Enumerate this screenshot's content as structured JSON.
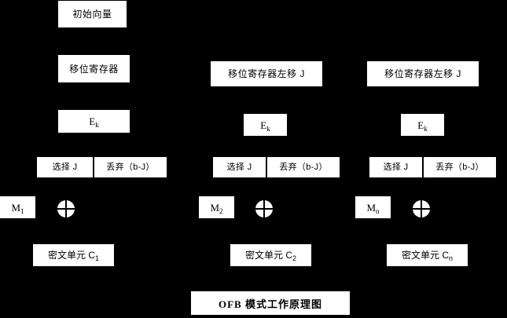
{
  "diagram": {
    "title": "OFB 模式工作原理图",
    "background_color": "#000000",
    "box_color": "#ffffff",
    "text_color": "#000000",
    "initial_vector": "初始向量",
    "columns": [
      {
        "shift_register": "移位寄存器",
        "encrypt": "E",
        "encrypt_sub": "k",
        "select": "选择 J",
        "discard": "丢弃（b-J）",
        "message": "M",
        "message_sub": "1",
        "xor": "xor-symbol",
        "ciphertext": "密文单元 C",
        "ciphertext_sub": "1"
      },
      {
        "shift_register": "移位寄存器左移 J",
        "encrypt": "E",
        "encrypt_sub": "k",
        "select": "选择 J",
        "discard": "丢弃（b-J）",
        "message": "M",
        "message_sub": "2",
        "xor": "xor-symbol",
        "ciphertext": "密文单元 C",
        "ciphertext_sub": "2"
      },
      {
        "shift_register": "移位寄存器左移 J",
        "encrypt": "E",
        "encrypt_sub": "k",
        "select": "选择 J",
        "discard": "丢弃（b-J）",
        "message": "M",
        "message_sub": "n",
        "xor": "xor-symbol",
        "ciphertext": "密文单元 C",
        "ciphertext_sub": "n"
      }
    ]
  }
}
